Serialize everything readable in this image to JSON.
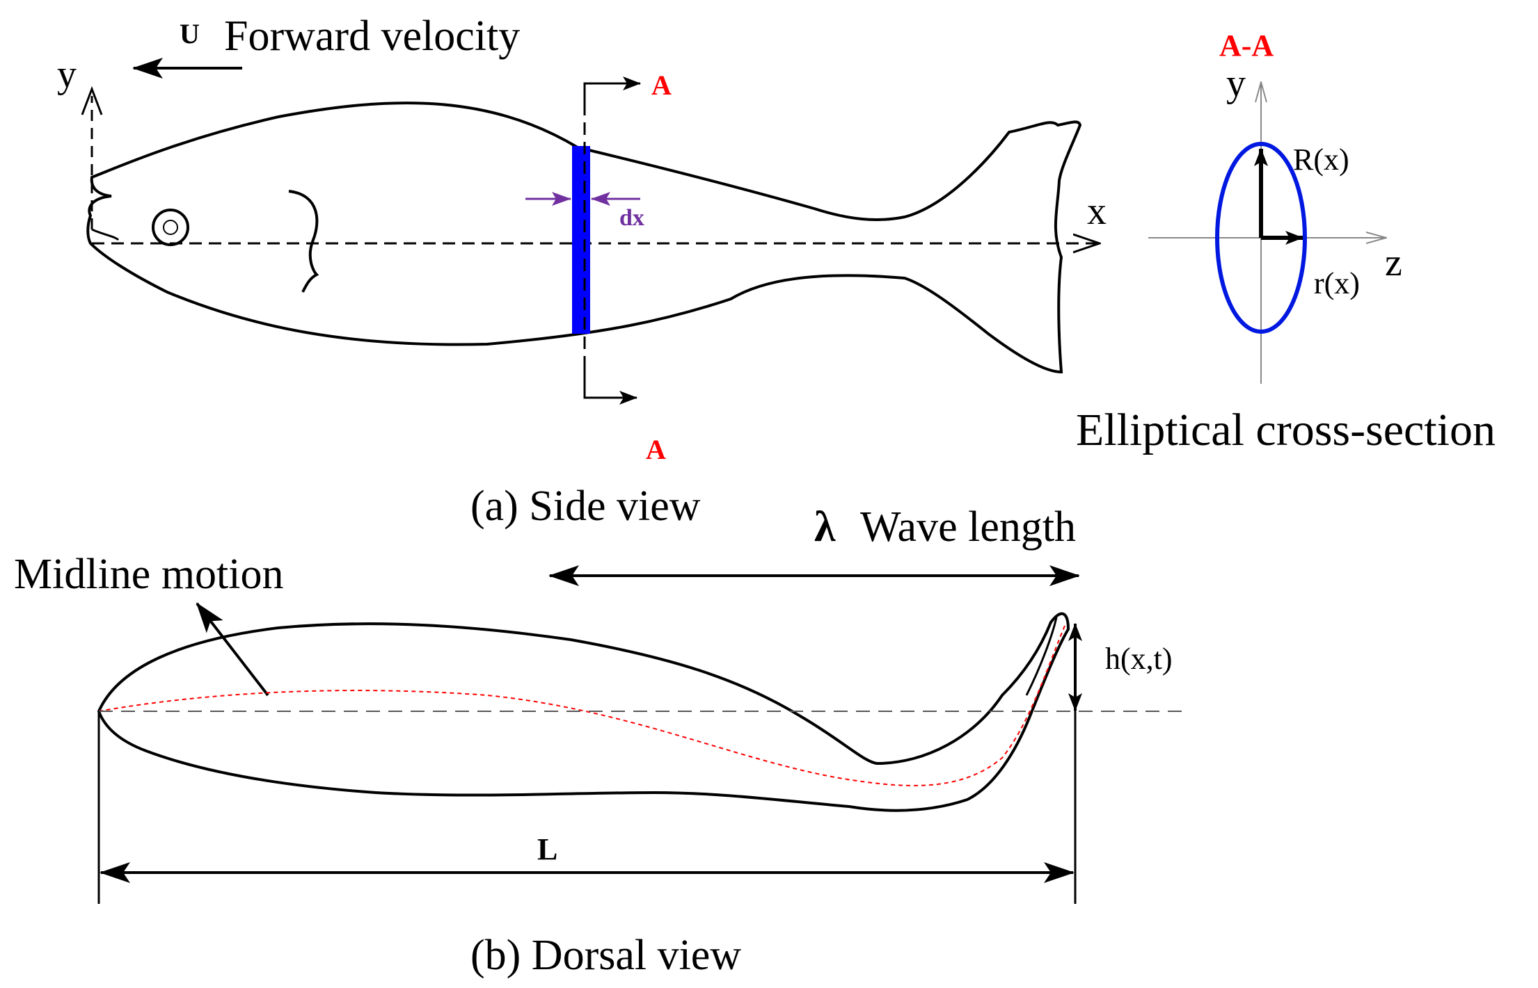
{
  "side_view": {
    "forward_symbol": "U",
    "forward_label": "Forward velocity",
    "axis_y": "y",
    "axis_x": "x",
    "section_marker_top": "A",
    "section_marker_bottom": "A",
    "dx_label": "dx",
    "caption": "(a) Side view"
  },
  "cross_section": {
    "title": "A-A",
    "axis_y": "y",
    "axis_z": "z",
    "major_radius_label": "R(x)",
    "minor_radius_label": "r(x)",
    "caption": "Elliptical cross-section"
  },
  "dorsal_view": {
    "wavelength_symbol": "λ",
    "wavelength_label": "Wave length",
    "midline_label": "Midline motion",
    "amplitude_label": "h(x,t)",
    "length_label": "L",
    "caption": "(b) Dorsal view"
  },
  "colors": {
    "outline": "#000000",
    "section_strip": "#0000ff",
    "ellipse": "#0018e0",
    "dx_arrows": "#7030a0",
    "section_letters": "#ff0000",
    "midline": "#ff0000",
    "thin_axes": "#888888"
  }
}
